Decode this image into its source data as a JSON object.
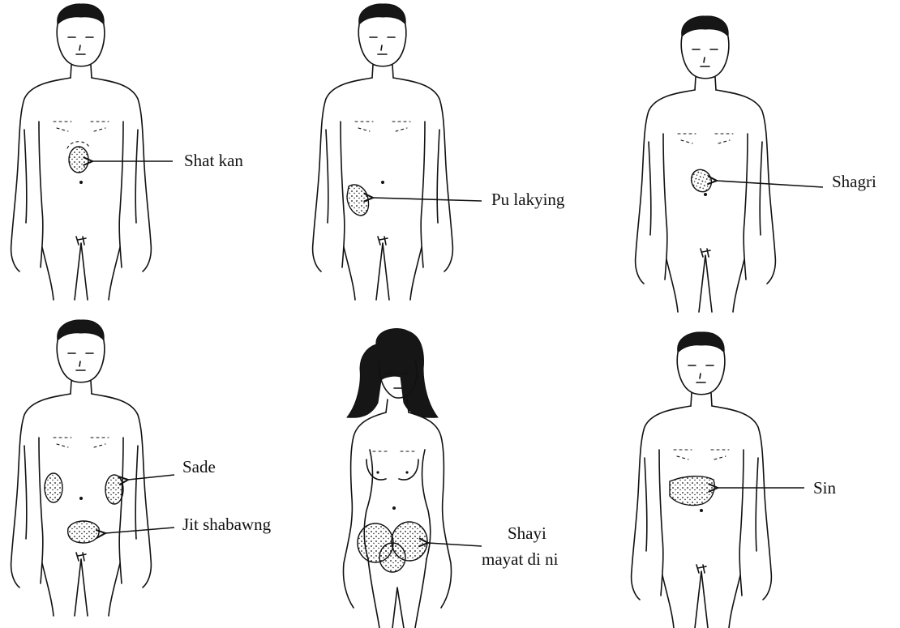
{
  "figures": [
    {
      "id": "f1",
      "label_lines": [
        "Shat kan"
      ]
    },
    {
      "id": "f2",
      "label_lines": [
        "Pu lakying"
      ]
    },
    {
      "id": "f3",
      "label_lines": [
        "Shagri"
      ]
    },
    {
      "id": "f4",
      "label_lines": [
        "Sade"
      ],
      "label2_lines": [
        "Jit shabawng"
      ]
    },
    {
      "id": "f5",
      "label_lines": [
        "Shayi",
        "mayat di ni"
      ]
    },
    {
      "id": "f6",
      "label_lines": [
        "Sin"
      ]
    }
  ]
}
